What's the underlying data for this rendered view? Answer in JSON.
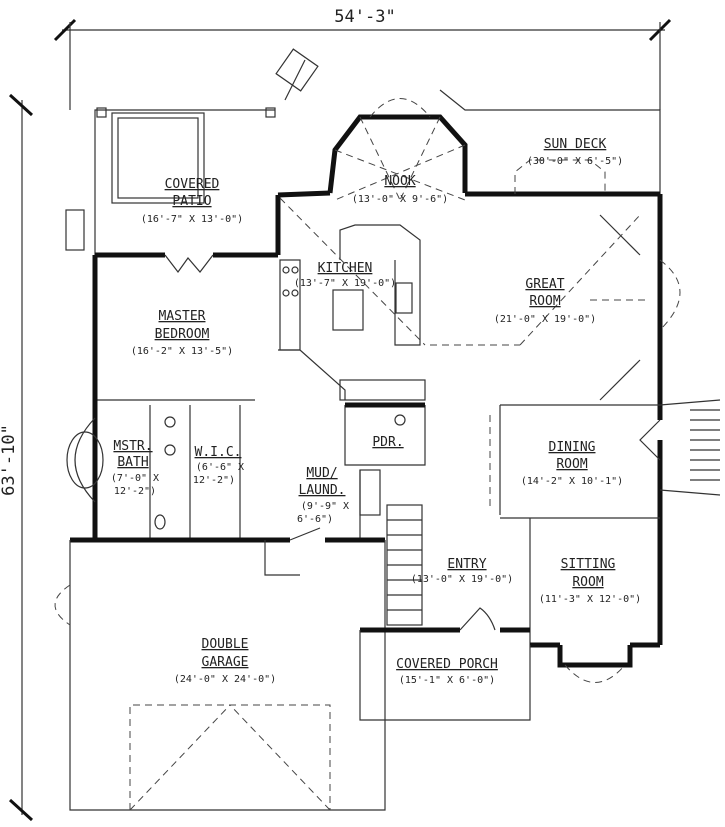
{
  "dimensions": {
    "width": "54'-3\"",
    "depth": "63'-10\""
  },
  "rooms": {
    "covered_patio": {
      "name1": "COVERED",
      "name2": "PATIO",
      "size": "(16'-7\" X 13'-0\")"
    },
    "nook": {
      "name": "NOOK",
      "size": "(13'-0\" X 9'-6\")"
    },
    "sun_deck": {
      "name": "SUN DECK",
      "size": "(30'-0\" X 6'-5\")"
    },
    "kitchen": {
      "name": "KITCHEN",
      "size": "(13'-7\" X 19'-0\")"
    },
    "great_room": {
      "name1": "GREAT",
      "name2": "ROOM",
      "size": "(21'-0\" X 19'-0\")"
    },
    "master_bedroom": {
      "name1": "MASTER",
      "name2": "BEDROOM",
      "size": "(16'-2\" X 13'-5\")"
    },
    "master_bath": {
      "name1": "MSTR.",
      "name2": "BATH",
      "size1": "(7'-0\" X",
      "size2": "12'-2\")"
    },
    "wic": {
      "name": "W.I.C.",
      "size1": "(6'-6\" X",
      "size2": "12'-2\")"
    },
    "pdr": {
      "name": "PDR."
    },
    "mud_laund": {
      "name1": "MUD/",
      "name2": "LAUND.",
      "size1": "(9'-9\" X",
      "size2": "6'-6\")"
    },
    "dining_room": {
      "name1": "DINING",
      "name2": "ROOM",
      "size": "(14'-2\" X 10'-1\")"
    },
    "entry": {
      "name": "ENTRY",
      "size": "(13'-0\" X 19'-0\")"
    },
    "sitting_room": {
      "name1": "SITTING",
      "name2": "ROOM",
      "size": "(11'-3\" X 12'-0\")"
    },
    "double_garage": {
      "name1": "DOUBLE",
      "name2": "GARAGE",
      "size": "(24'-0\" X 24'-0\")"
    },
    "covered_porch": {
      "name": "COVERED PORCH",
      "size": "(15'-1\" X 6'-0\")"
    }
  }
}
